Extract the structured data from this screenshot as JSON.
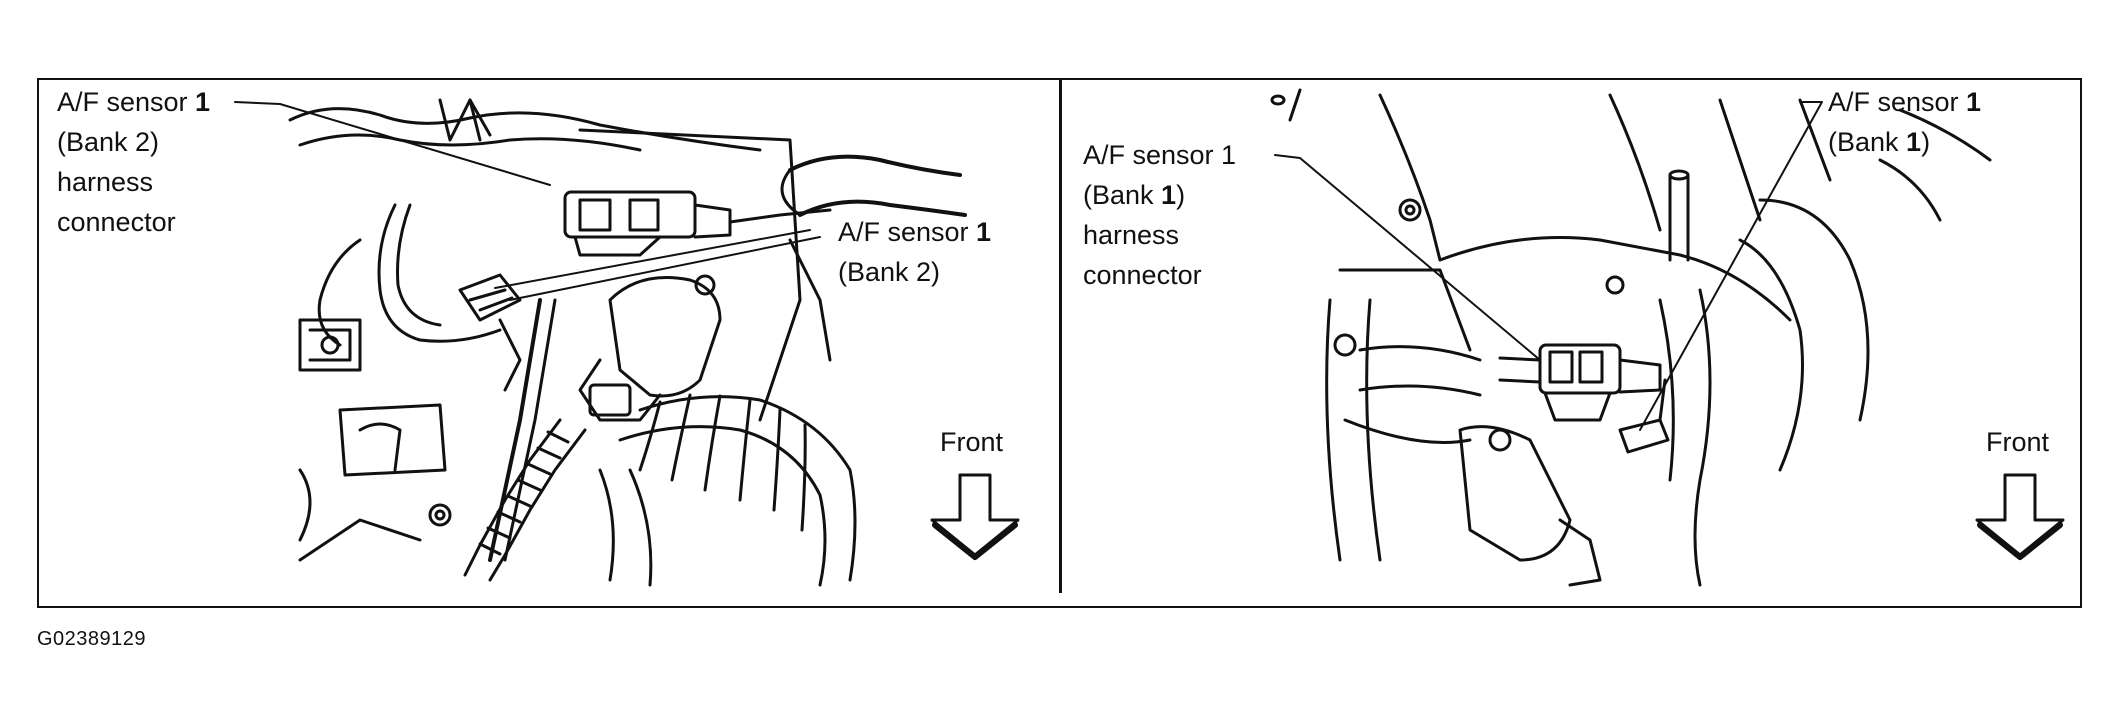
{
  "left_panel": {
    "connector_label": [
      "A/F sensor ",
      "1",
      "(Bank 2)",
      "harness",
      "connector"
    ],
    "sensor_label": [
      "A/F sensor ",
      "1",
      "(Bank 2)"
    ],
    "front_label": "Front"
  },
  "right_panel": {
    "connector_label": [
      "A/F sensor 1",
      "(Bank ",
      "1",
      ")",
      "harness",
      "connector"
    ],
    "sensor_label": [
      "A/F sensor ",
      "1",
      "(Bank ",
      "1",
      ")"
    ],
    "front_label": "Front"
  },
  "figure_code": "G02389129",
  "colors": {
    "ink": "#111111",
    "background": "#ffffff"
  }
}
